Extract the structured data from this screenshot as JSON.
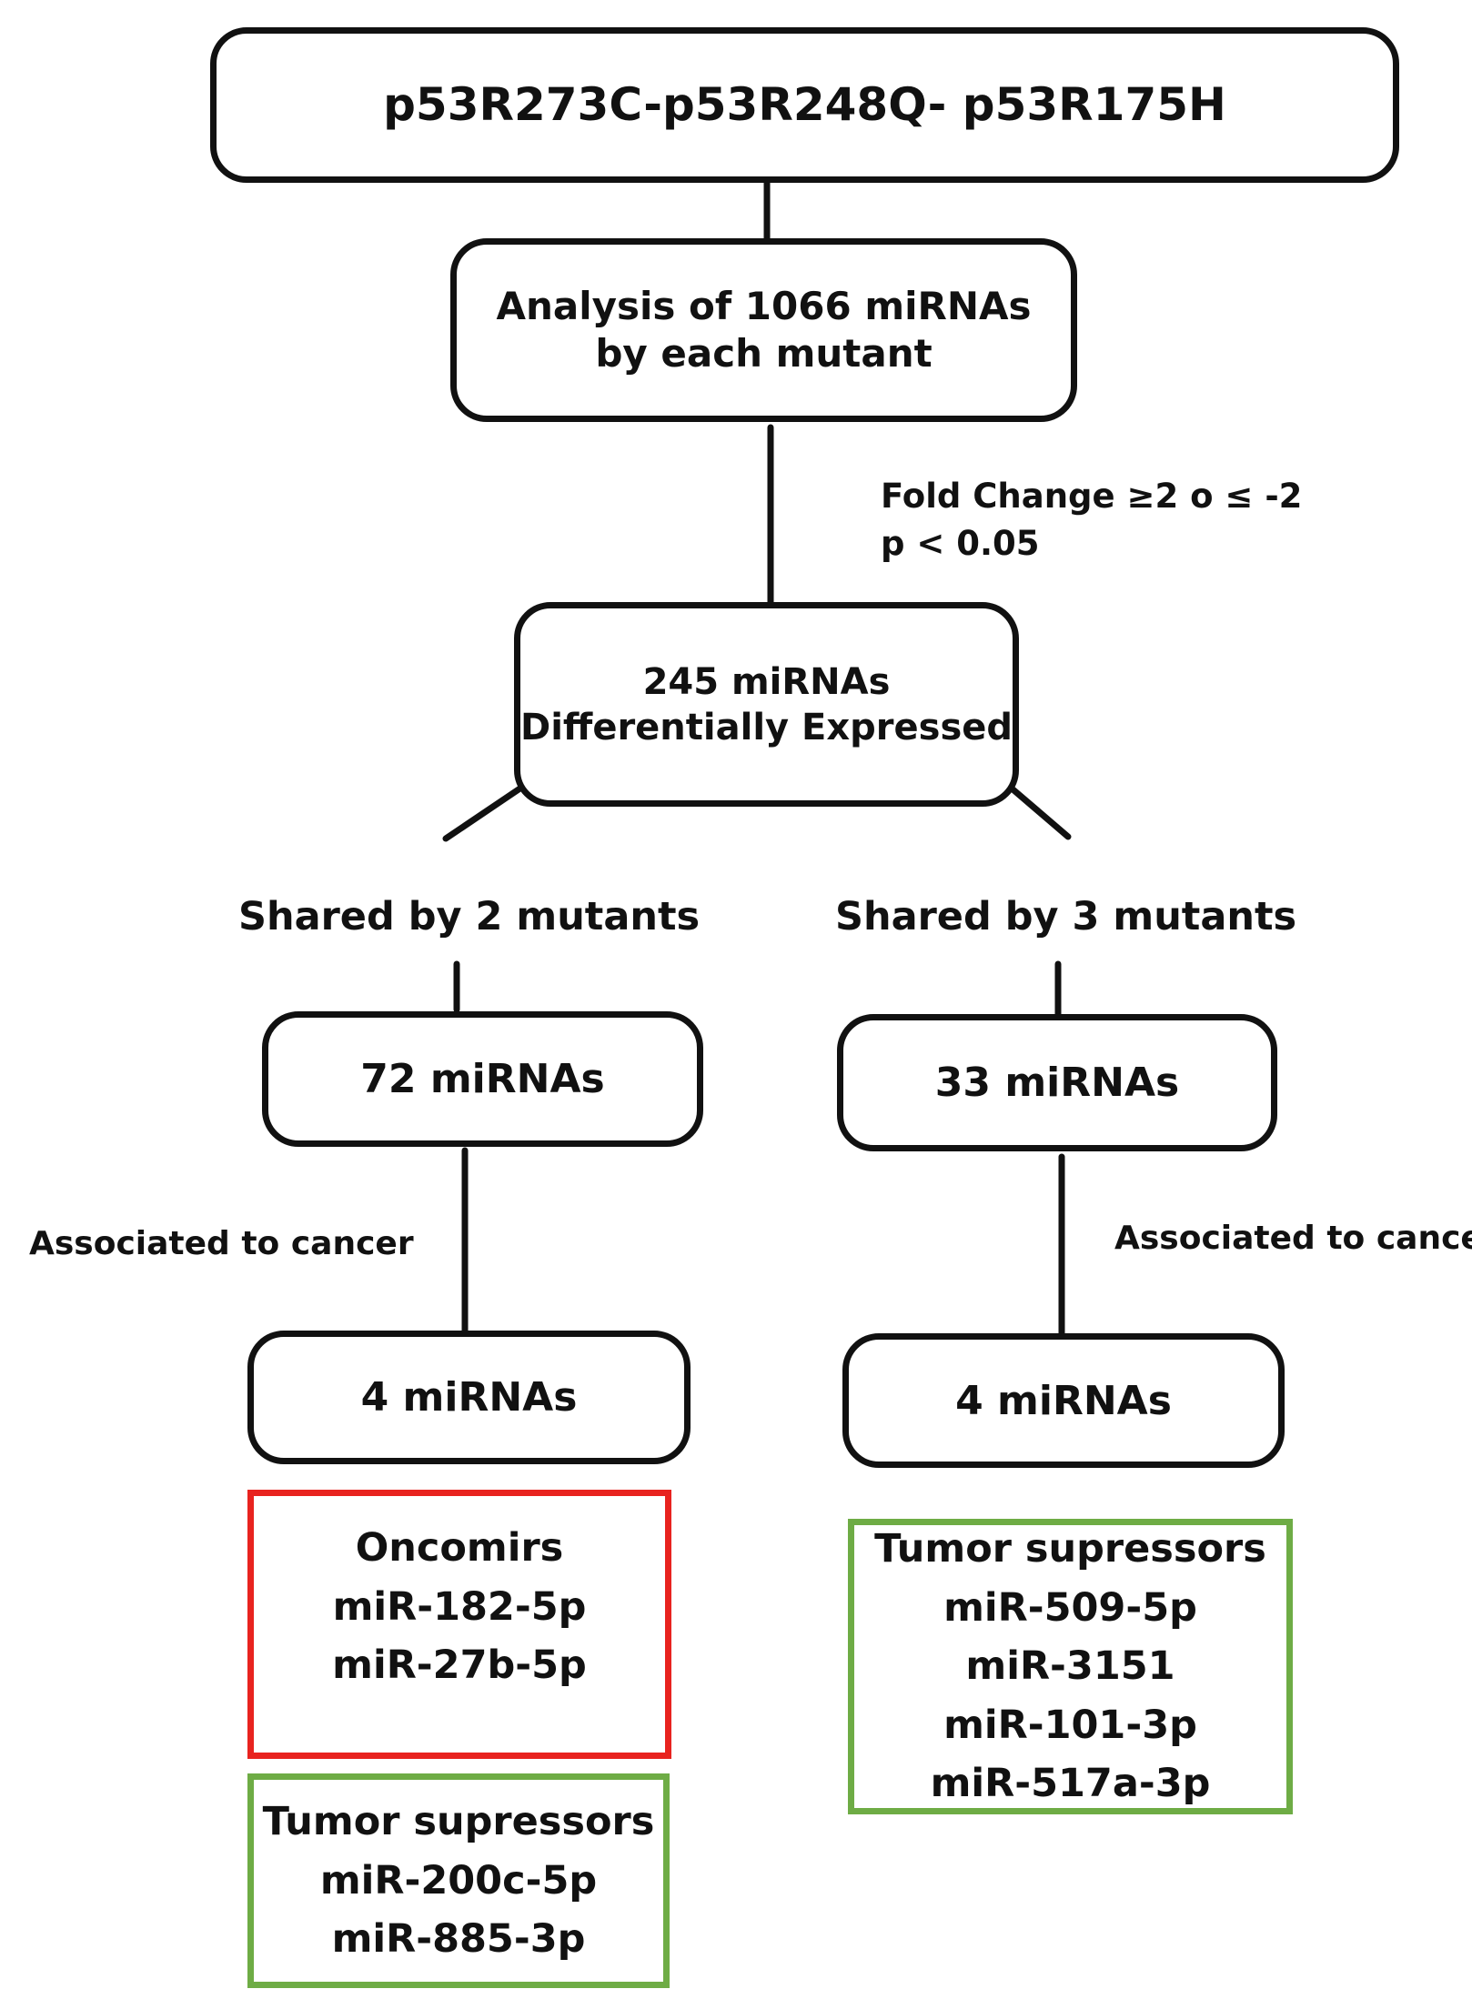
{
  "top_box": {
    "text": "p53R273C-p53R248Q- p53R175H"
  },
  "analysis_box": {
    "line1": "Analysis of 1066 miRNAs",
    "line2": "by each mutant"
  },
  "filter_label": {
    "line1": "Fold  Change ≥2 o ≤ -2",
    "line2": "p < 0.05"
  },
  "de_box": {
    "line1": "245 miRNAs",
    "line2": "Differentially Expressed"
  },
  "left_branch": {
    "heading": "Shared by 2 mutants",
    "count_box": "72 miRNAs",
    "association_label": "Associated  to cancer",
    "result_box": "4 miRNAs",
    "oncomirs": {
      "title": "Oncomirs",
      "items": [
        "miR-182-5p",
        "miR-27b-5p"
      ]
    },
    "suppressors": {
      "title": "Tumor supressors",
      "items": [
        "miR-200c-5p",
        "miR-885-3p"
      ]
    }
  },
  "right_branch": {
    "heading": "Shared by 3 mutants",
    "count_box": "33 miRNAs",
    "association_label": "Associated to cancer",
    "result_box": "4 miRNAs",
    "suppressors": {
      "title": "Tumor supressors",
      "items": [
        "miR-509-5p",
        "miR-3151",
        "miR-101-3p",
        "miR-517a-3p"
      ]
    }
  },
  "colors": {
    "outline": "#111111",
    "oncomir_border": "#e8231f",
    "suppressor_border": "#6eac45"
  }
}
